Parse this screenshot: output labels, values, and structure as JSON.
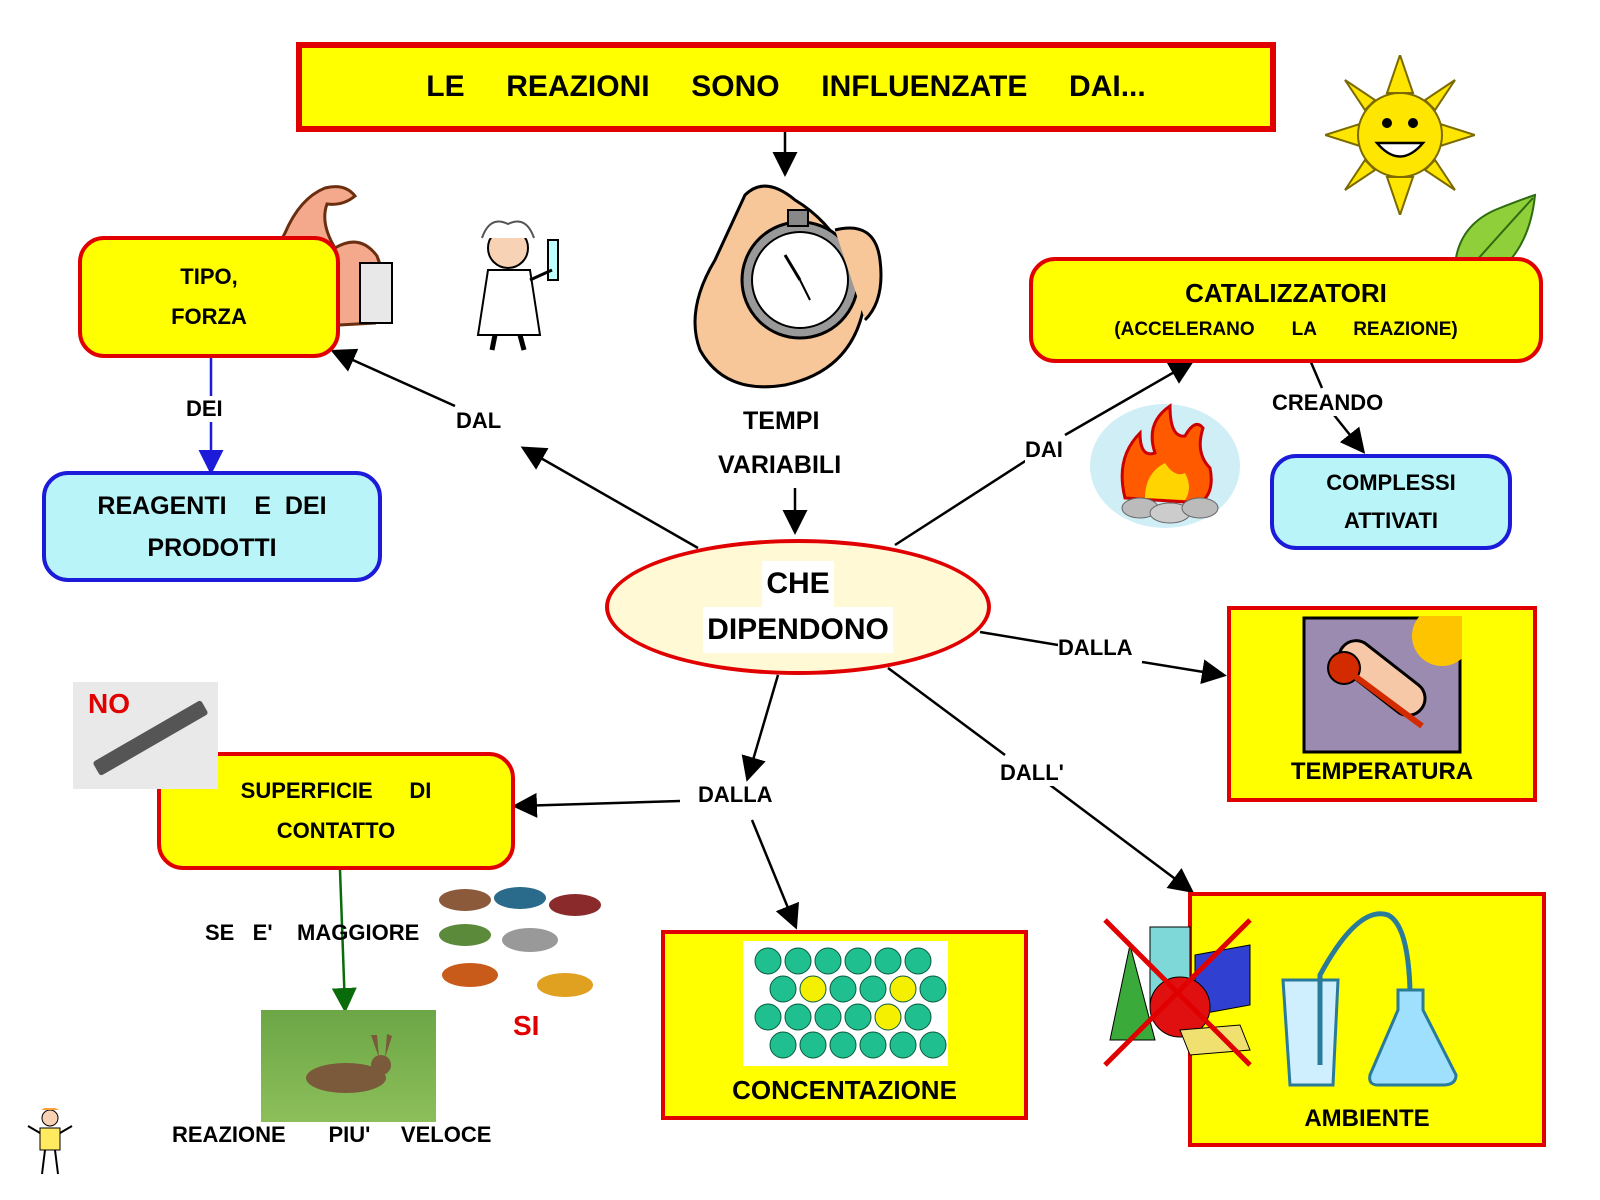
{
  "title": "LE     REAZIONI     SONO     INFLUENZATE     DAI...",
  "center": {
    "line1": "CHE",
    "line2": "DIPENDONO"
  },
  "time": {
    "line1": "TEMPI",
    "line2": "VARIABILI"
  },
  "type_force": {
    "line1": "TIPO,",
    "line2": "FORZA",
    "link": "DEI",
    "sub_line1": "REAGENTI    E  DEI",
    "sub_line2": "PRODOTTI"
  },
  "catalysts": {
    "line1": "CATALIZZATORI",
    "line2": "(ACCELERANO       LA       REAZIONE)",
    "link": "CREANDO",
    "sub_line1": "COMPLESSI",
    "sub_line2": "ATTIVATI"
  },
  "surface": {
    "line1": "SUPERFICIE      DI",
    "line2": "CONTATTO",
    "link": "SE   E'    MAGGIORE",
    "result": "REAZIONE       PIU'     VELOCE",
    "no": "NO",
    "yes": "SI"
  },
  "temperature": {
    "label": "TEMPERATURA"
  },
  "concentration": {
    "label": "CONCENTAZIONE"
  },
  "environment": {
    "label": "AMBIENTE"
  },
  "links": {
    "dal": "DAL",
    "dai": "DAI",
    "dalla_right": "DALLA",
    "dalla_bottom": "DALLA",
    "dall": "DALL'"
  },
  "colors": {
    "yellow": "#ffff00",
    "red": "#e00000",
    "cyan": "#b9f4f8",
    "blue": "#1b1bd9",
    "green": "#0a6b0a",
    "ellipse_fill": "#fff9d6"
  }
}
